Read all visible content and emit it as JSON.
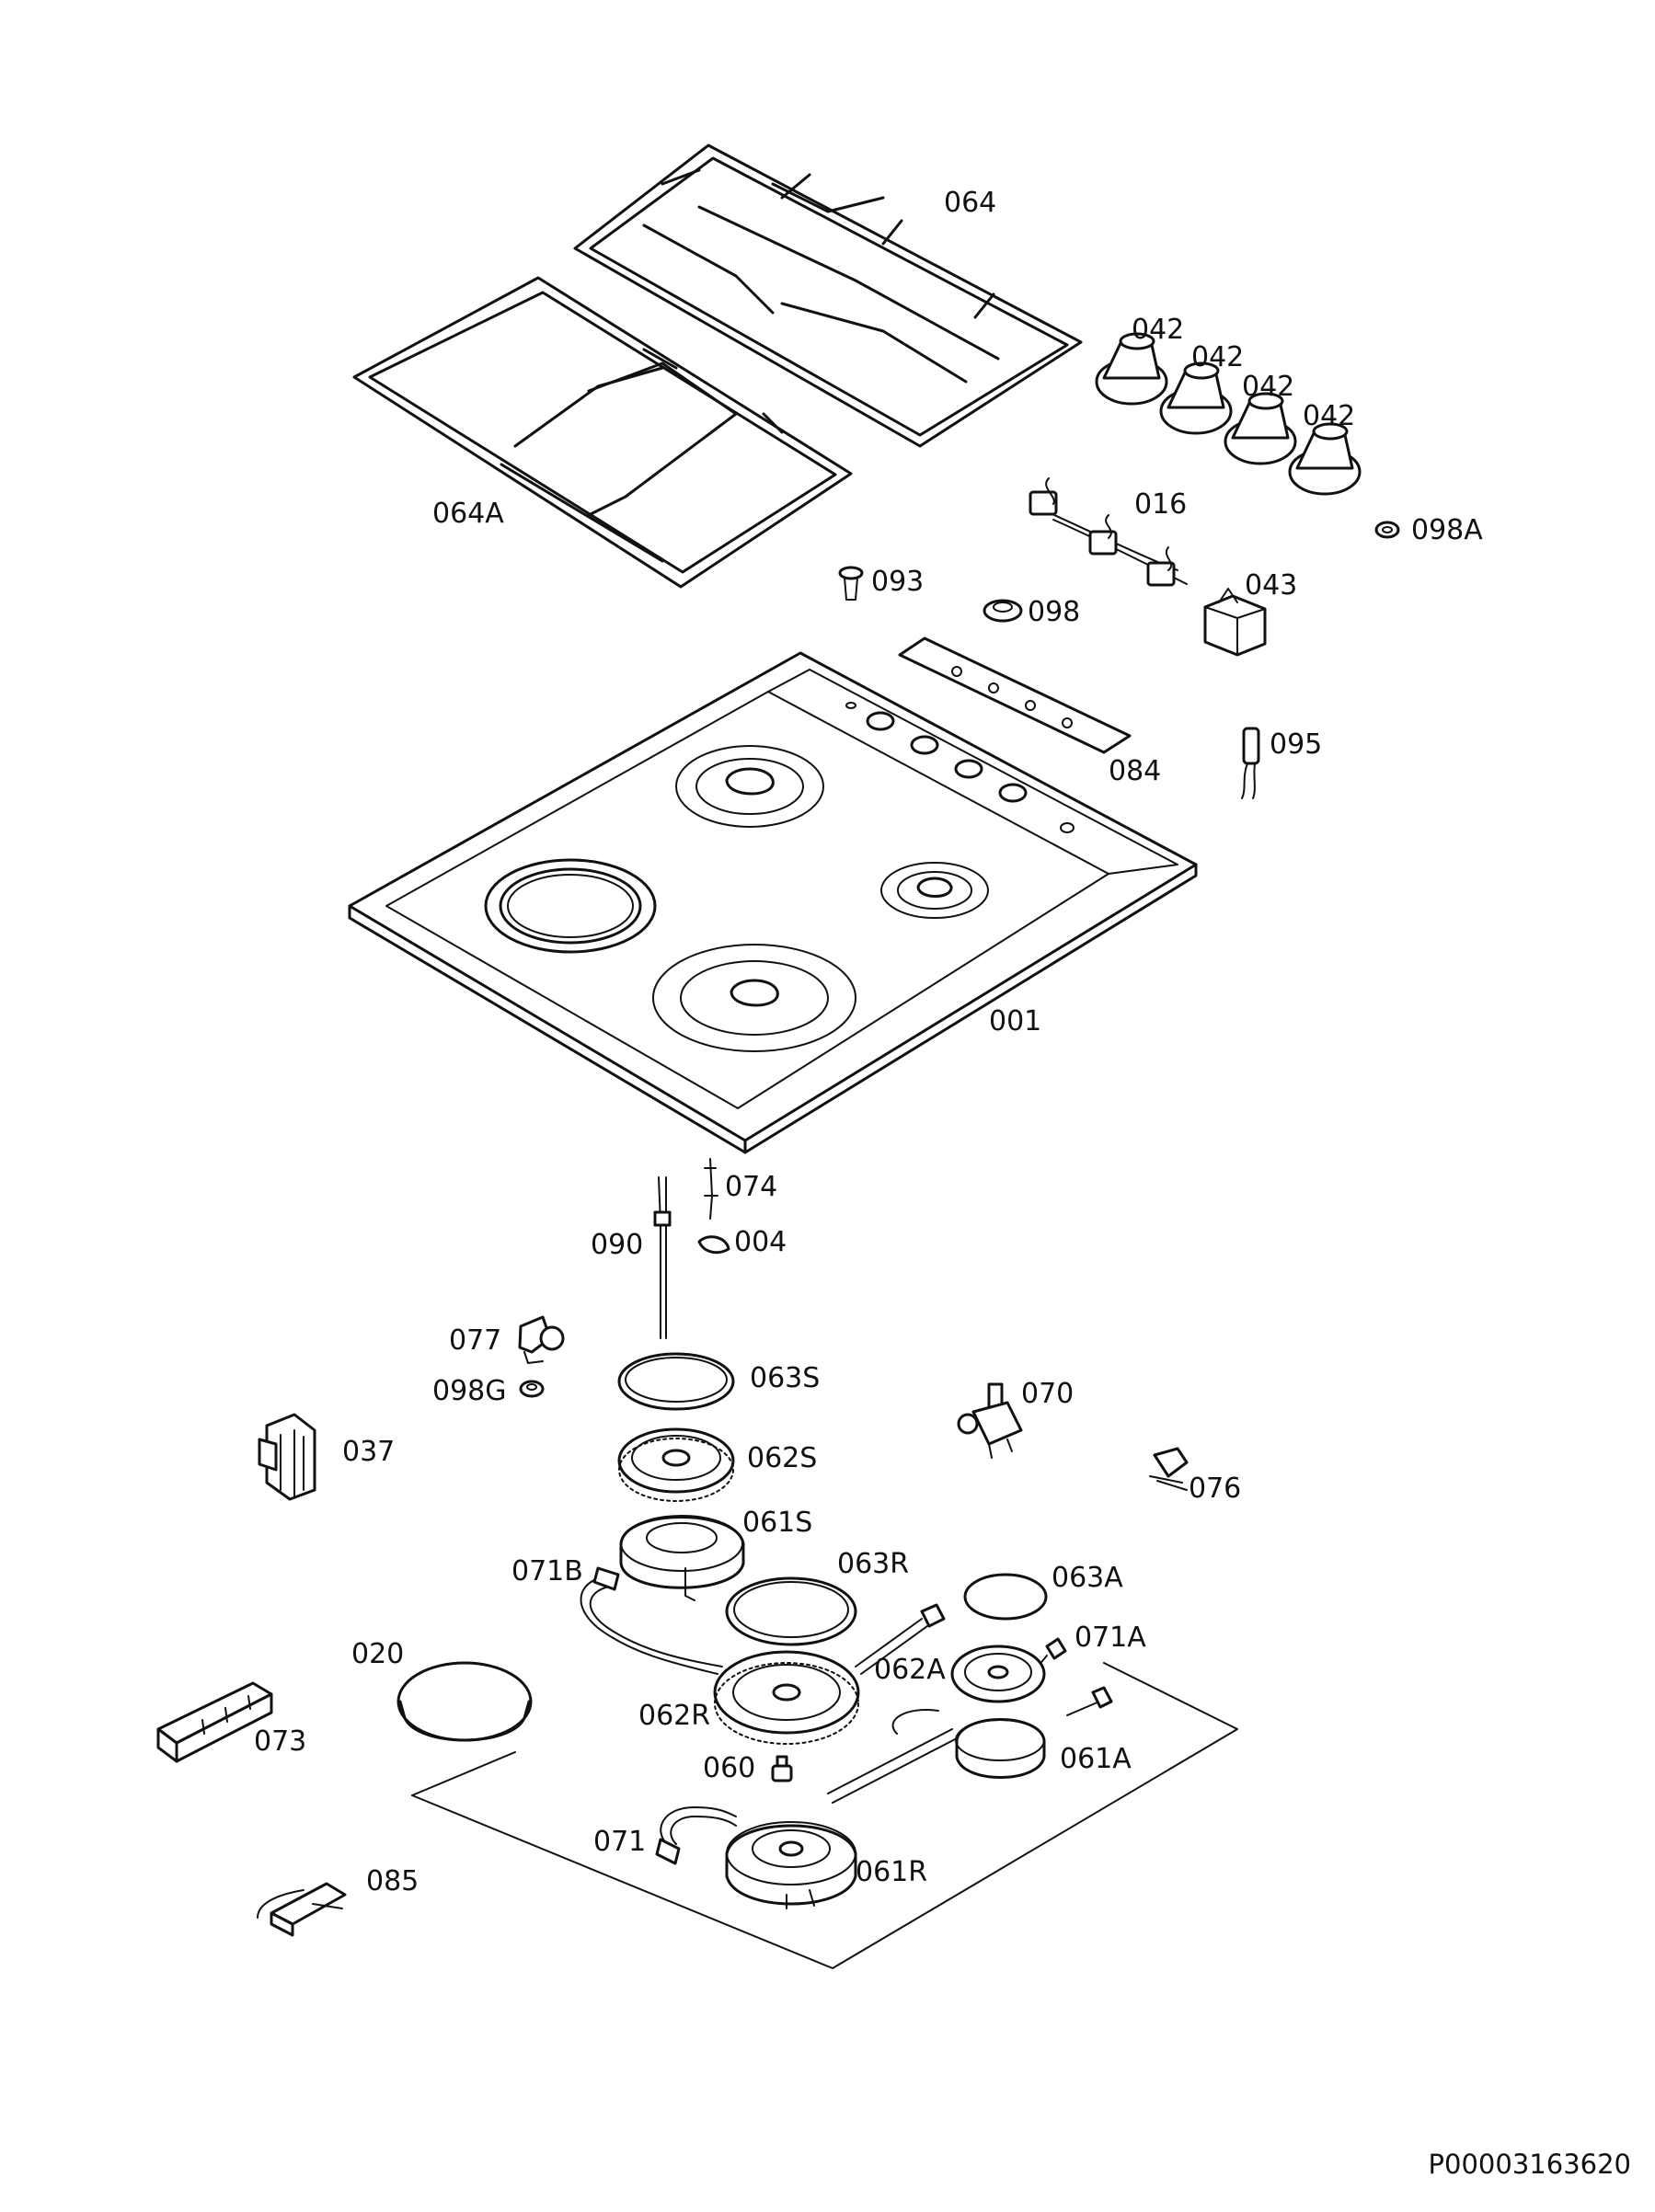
{
  "labels": {
    "p064": "064",
    "p064A": "064A",
    "p042a": "042",
    "p042b": "042",
    "p042c": "042",
    "p042d": "042",
    "p016": "016",
    "p098A": "098A",
    "p093": "093",
    "p098": "098",
    "p043": "043",
    "p095": "095",
    "p084": "084",
    "p001": "001",
    "p074": "074",
    "p090": "090",
    "p004": "004",
    "p077": "077",
    "p098G": "098G",
    "p063S": "063S",
    "p070": "070",
    "p037": "037",
    "p062S": "062S",
    "p076": "076",
    "p061S": "061S",
    "p071B": "071B",
    "p063R": "063R",
    "p063A": "063A",
    "p071A": "071A",
    "p020": "020",
    "p062A": "062A",
    "p062R": "062R",
    "p073": "073",
    "p061A": "061A",
    "p060": "060",
    "p071": "071",
    "p061R": "061R",
    "p085": "085"
  },
  "document_ref": "P00003163620"
}
